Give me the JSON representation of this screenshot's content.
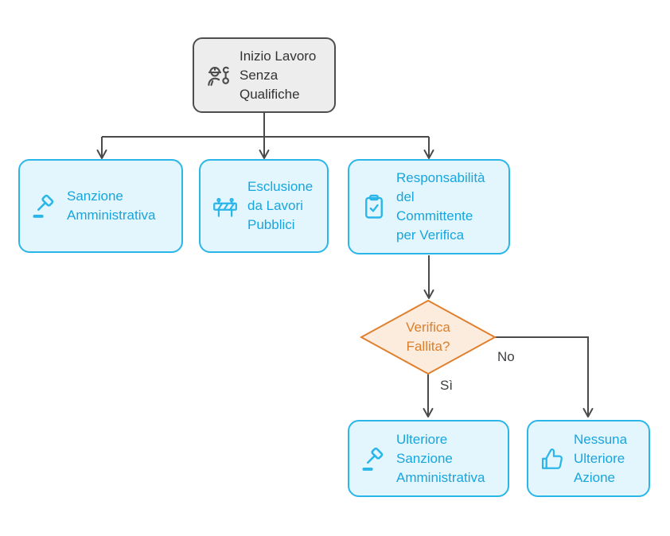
{
  "diagram_title": "Inizio Lavoro Senza Qualifiche - flowchart",
  "nodes": {
    "start": {
      "label": "Inizio Lavoro Senza Qualifiche",
      "icon": "construction-worker-icon"
    },
    "sanzione": {
      "label": "Sanzione Amministrativa",
      "icon": "gavel-icon"
    },
    "esclusione": {
      "label": "Esclusione da Lavori Pubblici",
      "icon": "roadblock-barrier-icon"
    },
    "responsabilita": {
      "label": "Responsabilità del Committente per Verifica",
      "icon": "clipboard-check-icon"
    },
    "decision": {
      "label": "Verifica Fallita?"
    },
    "ulteriore": {
      "label": "Ulteriore Sanzione Amministrativa",
      "icon": "gavel-icon"
    },
    "nessuna": {
      "label": "Nessuna Ulteriore Azione",
      "icon": "thumbs-up-icon"
    }
  },
  "edge_labels": {
    "yes": "Sì",
    "no": "No"
  },
  "colors": {
    "node_border": "#2bb6e9",
    "node_fill": "#e4f6fd",
    "node_text": "#17a5de",
    "start_border": "#4e4e4e",
    "start_fill": "#ededed",
    "start_text": "#333333",
    "decision_border": "#e0802e",
    "decision_fill": "#fbecdd",
    "decision_text": "#dd7e2b",
    "connector": "#4a4a4a"
  }
}
